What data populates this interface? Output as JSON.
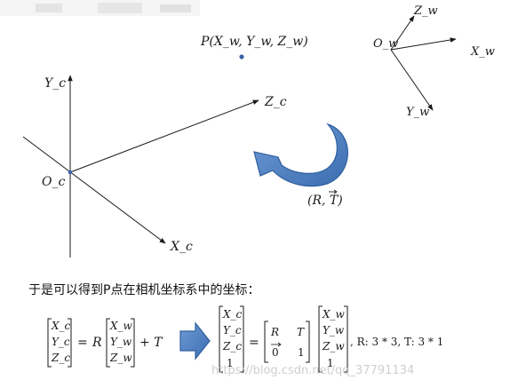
{
  "point": {
    "label": "P(X_w, Y_w, Z_w)"
  },
  "world_frame": {
    "origin": "O_w",
    "axis_x": "X_w",
    "axis_y": "Y_w",
    "axis_z": "Z_w"
  },
  "camera_frame": {
    "origin": "O_c",
    "axis_x": "X_c",
    "axis_y": "Y_c",
    "axis_z": "Z_c"
  },
  "transform": {
    "label": "(R, T)"
  },
  "caption": "于是可以得到P点在相机坐标系中的坐标：",
  "equation_left": {
    "vec_c": [
      "X_c",
      "Y_c",
      "Z_c"
    ],
    "R": "R",
    "vec_w": [
      "X_w",
      "Y_w",
      "Z_w"
    ],
    "plus_T": "+ T"
  },
  "equation_right": {
    "vec_c_h": [
      "X_c",
      "Y_c",
      "Z_c",
      "1"
    ],
    "matrix": [
      "R",
      "T",
      "0",
      "1"
    ],
    "vec_w_h": [
      "X_w",
      "Y_w",
      "Z_w",
      "1"
    ],
    "dims": ", R: 3 * 3, T: 3 * 1"
  },
  "watermark": "https://blog.csdn.net/qq_37791134",
  "colors": {
    "arrow_blue": "#4a7fc1",
    "arrow_blue_dark": "#2f5f9e",
    "point_blue": "#3a62a8",
    "line": "#1a1a1a"
  }
}
